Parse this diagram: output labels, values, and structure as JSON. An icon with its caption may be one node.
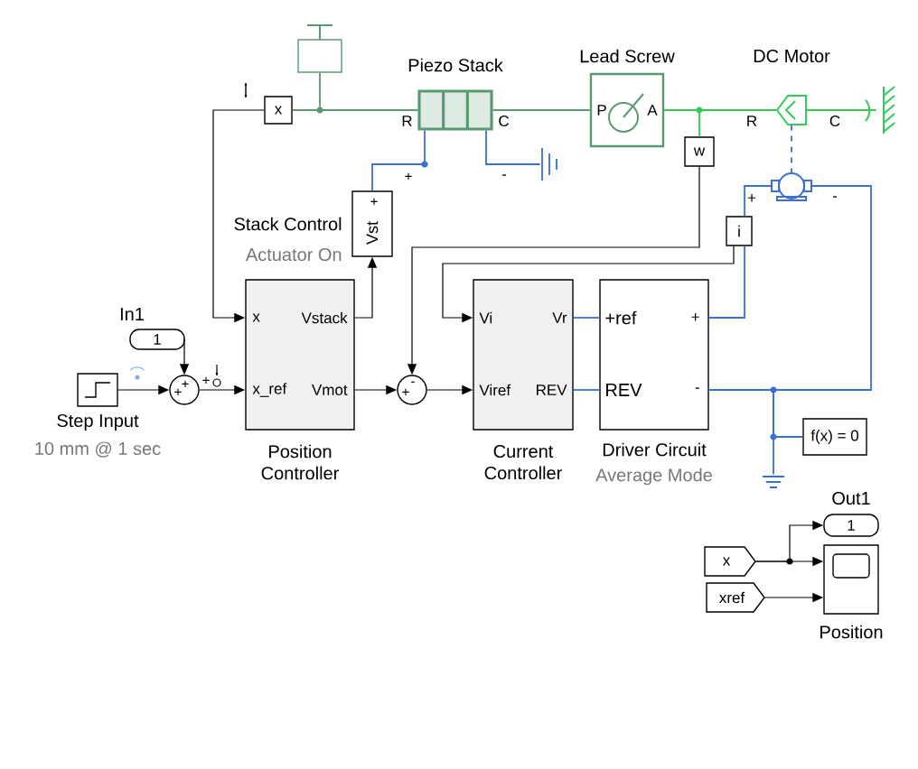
{
  "diagram": {
    "nodes": [
      {
        "text": [],
        "shape": "box"
      },
      {
        "text": [
          "x"
        ]
      },
      {
        "text": [
          "Piezo Stack",
          "R",
          "C"
        ],
        "beside": [
          "-"
        ]
      },
      {
        "text": [
          "Lead Screw",
          "P",
          "A"
        ]
      },
      {
        "text": [
          "DC Motor",
          "R",
          "C"
        ]
      },
      {
        "text": [],
        "shape": "circle",
        "beside": [
          "+",
          "-"
        ]
      },
      {
        "text": [],
        "shape": "bar"
      },
      {
        "text": [],
        "shape": "ground"
      },
      {
        "text": [
          "w"
        ]
      },
      {
        "text": [
          "i"
        ]
      },
      {
        "text": [
          "Vst",
          "+"
        ],
        "beside": [
          "Stack Control",
          "Actuator On"
        ]
      },
      {
        "text": [
          "x",
          "Vstack",
          "x_ref",
          "Vmot"
        ],
        "beside": [
          "Position Controller"
        ]
      },
      {
        "text": [
          "1"
        ],
        "beside": [
          "In1"
        ]
      },
      {
        "text": [],
        "shape": "box",
        "beside": [
          "Step Input",
          "10 mm @ 1 sec"
        ]
      },
      {
        "text": [
          "+",
          "+"
        ]
      },
      {
        "text": [
          "+",
          "-"
        ]
      },
      {
        "text": [
          "Vi",
          "Vr",
          "Viref",
          "REV"
        ],
        "beside": [
          "Current Controller"
        ]
      },
      {
        "text": [
          "+ref",
          "+",
          "REV",
          "-"
        ],
        "beside": [
          "Driver Circuit",
          "Average Mode"
        ]
      },
      {
        "text": [
          "f(x) = 0"
        ]
      },
      {
        "text": [],
        "shape": "ground"
      },
      {
        "text": [
          "1"
        ],
        "beside": [
          "Out1"
        ]
      },
      {
        "text": [
          "x"
        ]
      },
      {
        "text": [
          "xref"
        ]
      },
      {
        "text": [],
        "shape": "box",
        "beside": [
          "Position"
        ]
      }
    ],
    "edges": [
      {
        "from": 0,
        "to": 2,
        "arrow": "none",
        "color": "#5a9a72"
      },
      {
        "from": 1,
        "to": 2,
        "arrow": "none",
        "color": "#5a9a72"
      },
      {
        "from": 2,
        "to": 3,
        "arrow": "none",
        "color": "#5a9a72"
      },
      {
        "from": 3,
        "to": 4,
        "arrow": "none",
        "color": "#33cc55"
      },
      {
        "from": 3,
        "to": 8,
        "arrow": "none",
        "color": "#33cc55"
      },
      {
        "from": 4,
        "to": 6,
        "arrow": "none",
        "color": "#33cc55"
      },
      {
        "from": 4,
        "to": 5,
        "arrow": "none",
        "style": "dashed",
        "color": "#3a6fd8"
      },
      {
        "from": 10,
        "to": 2,
        "arrow": "none",
        "color": "#3a6fd8"
      },
      {
        "from": 2,
        "to": 7,
        "arrow": "none",
        "color": "#3a6fd8"
      },
      {
        "from": 1,
        "to": 11,
        "arrow": "to"
      },
      {
        "from": 11,
        "to": 10,
        "arrow": "to"
      },
      {
        "from": 12,
        "to": 14,
        "arrow": "to"
      },
      {
        "from": 13,
        "to": 14,
        "arrow": "to"
      },
      {
        "from": 14,
        "to": 11,
        "arrow": "to"
      },
      {
        "from": 11,
        "to": 15,
        "arrow": "to"
      },
      {
        "from": 8,
        "to": 15,
        "arrow": "to"
      },
      {
        "from": 9,
        "to": 16,
        "arrow": "to"
      },
      {
        "from": 15,
        "to": 16,
        "arrow": "to"
      },
      {
        "from": 16,
        "to": 17,
        "arrow": "none",
        "color": "#3a6fd8"
      },
      {
        "from": 16,
        "to": 17,
        "arrow": "none",
        "color": "#3a6fd8"
      },
      {
        "from": 17,
        "to": 9,
        "arrow": "none",
        "color": "#3a6fd8"
      },
      {
        "from": 9,
        "to": 5,
        "arrow": "none",
        "color": "#3a6fd8"
      },
      {
        "from": 17,
        "to": 5,
        "arrow": "none",
        "color": "#3a6fd8"
      },
      {
        "from": 17,
        "to": 18,
        "arrow": "none",
        "color": "#3a6fd8"
      },
      {
        "from": 17,
        "to": 19,
        "arrow": "none",
        "color": "#3a6fd8"
      },
      {
        "from": 21,
        "to": 20,
        "arrow": "to"
      },
      {
        "from": 21,
        "to": 23,
        "arrow": "to"
      },
      {
        "from": 22,
        "to": 23,
        "arrow": "to"
      }
    ],
    "labels": [
      "+",
      "+"
    ]
  }
}
